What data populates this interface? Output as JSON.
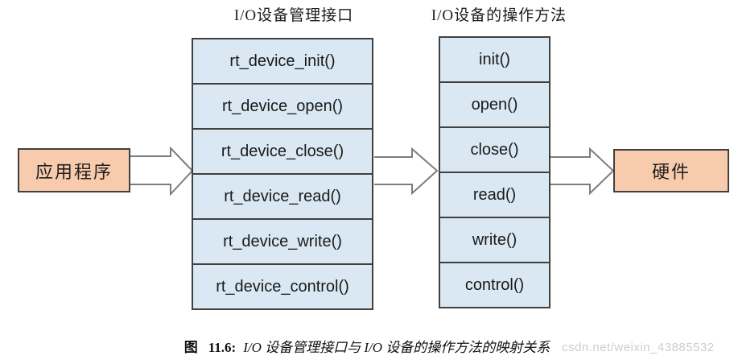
{
  "diagram": {
    "left_box": {
      "label": "应用程序"
    },
    "right_box": {
      "label": "硬件"
    },
    "left_table": {
      "title": "I/O设备管理接口",
      "rows": [
        "rt_device_init()",
        "rt_device_open()",
        "rt_device_close()",
        "rt_device_read()",
        "rt_device_write()",
        "rt_device_control()"
      ]
    },
    "right_table": {
      "title": "I/O设备的操作方法",
      "rows": [
        "init()",
        "open()",
        "close()",
        "read()",
        "write()",
        "control()"
      ]
    },
    "colors": {
      "cell_fill": "#d9e8f2",
      "box_fill": "#f8cbad",
      "border_dark": "#404040",
      "arrow_stroke": "#7d7d7d"
    }
  },
  "caption": {
    "figure_label": "图",
    "number": "11.6:",
    "text": "I/O 设备管理接口与 I/O 设备的操作方法的映射关系"
  },
  "watermark": "csdn.net/weixin_43885532"
}
